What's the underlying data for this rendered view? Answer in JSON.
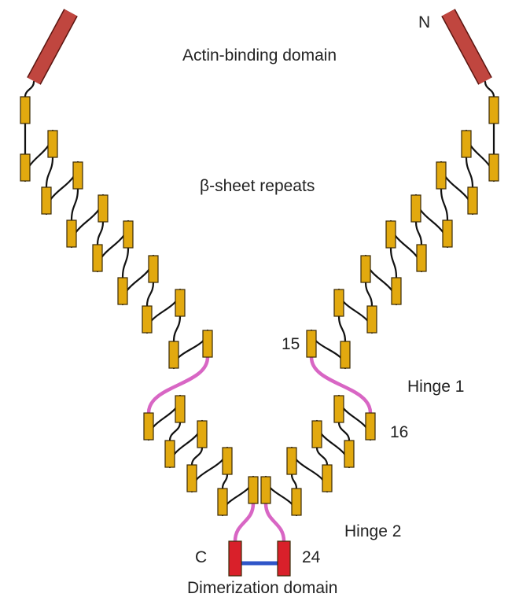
{
  "labels": {
    "actin_binding": "Actin-binding domain",
    "beta_sheet": "β-sheet repeats",
    "dimerization": "Dimerization domain",
    "n_terminus": "N",
    "c_terminus": "C",
    "hinge1": "Hinge 1",
    "hinge2": "Hinge 2",
    "repeat15": "15",
    "repeat16": "16",
    "repeat24": "24"
  },
  "colors": {
    "actin_domain": "#c0463f",
    "repeat": "#e2a90f",
    "dimerization_domain": "#d9202a",
    "hinge": "#d866c4",
    "dimer_link": "#2f55c8",
    "linker": "#111111"
  }
}
